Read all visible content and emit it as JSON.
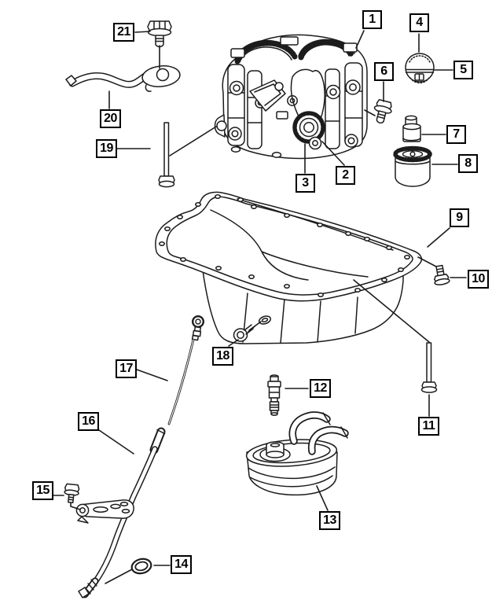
{
  "diagram": {
    "kind": "exploded-parts-diagram",
    "colors": {
      "background": "#ffffff",
      "ink": "#1c1c1c",
      "callout_border": "#000000",
      "callout_fill": "#ffffff",
      "callout_text": "#000000"
    }
  },
  "callouts": [
    {
      "label": "1",
      "part": "engine-module"
    },
    {
      "label": "2",
      "part": "sprocket"
    },
    {
      "label": "3",
      "part": "module-housing"
    },
    {
      "label": "4",
      "part": "oil-filler-cap"
    },
    {
      "label": "5",
      "part": "oil-filler-cap"
    },
    {
      "label": "6",
      "part": "hex-flange-bolt"
    },
    {
      "label": "7",
      "part": "filter-adapter-nipple"
    },
    {
      "label": "8",
      "part": "oil-filter"
    },
    {
      "label": "9",
      "part": "oil-pan"
    },
    {
      "label": "10",
      "part": "hex-flange-bolt"
    },
    {
      "label": "11",
      "part": "long-hex-flange-bolt"
    },
    {
      "label": "12",
      "part": "connector-fitting"
    },
    {
      "label": "13",
      "part": "engine-oil-cooler"
    },
    {
      "label": "14",
      "part": "o-ring"
    },
    {
      "label": "15",
      "part": "hex-flange-bolt"
    },
    {
      "label": "16",
      "part": "dipstick-tube"
    },
    {
      "label": "17",
      "part": "dipstick"
    },
    {
      "label": "18",
      "part": "oil-drain-plug"
    },
    {
      "label": "19",
      "part": "long-mounting-bolt"
    },
    {
      "label": "20",
      "part": "oil-pickup-tube"
    },
    {
      "label": "21",
      "part": "hex-flange-bolt"
    }
  ]
}
